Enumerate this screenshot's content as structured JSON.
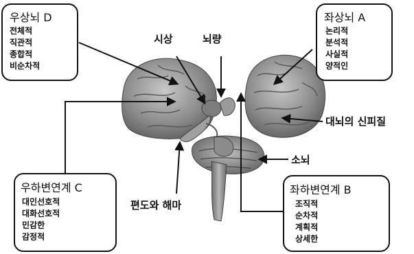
{
  "quadrants": {
    "D": {
      "title": "우상뇌 D",
      "items": [
        "전체적",
        "직관적",
        "종합적",
        "비순차적"
      ]
    },
    "A": {
      "title": "좌상뇌 A",
      "items": [
        "논리적",
        "분석적",
        "사실적",
        "양적인"
      ]
    },
    "C": {
      "title": "우하변연계 C",
      "items": [
        "대인선호적",
        "대화선호적",
        "민감한",
        "감정적"
      ]
    },
    "B": {
      "title": "좌하변연계 B",
      "items": [
        "조직적",
        "순차적",
        "계획적",
        "상세한"
      ]
    }
  },
  "labels": {
    "thalamus": "시상",
    "corpus_callosum": "뇌량",
    "cerebral_cortex": "대뇌의 신피질",
    "cerebellum": "소뇌",
    "amygdala_hippocampus": "편도와 해마"
  }
}
